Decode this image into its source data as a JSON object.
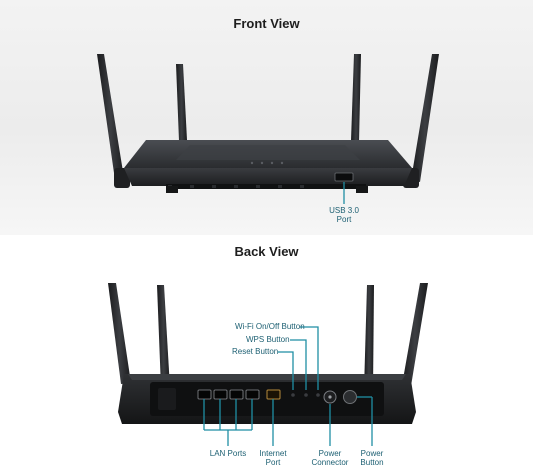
{
  "front_view": {
    "heading": "Front View",
    "callouts": {
      "usb_port": [
        "USB 3.0",
        "Port"
      ]
    }
  },
  "back_view": {
    "heading": "Back View",
    "callouts": {
      "wifi_button": "Wi-Fi On/Off Button",
      "wps_button": "WPS Button",
      "reset_button": "Reset Button",
      "lan_ports": [
        "LAN Ports"
      ],
      "internet_port": [
        "Internet",
        "Port"
      ],
      "power_connector": [
        "Power",
        "Connector"
      ],
      "power_button": [
        "Power",
        "Button"
      ]
    }
  },
  "colors": {
    "callout_line": "#1f8ea3",
    "label_text": "#1c5f72",
    "router_body": "#2b2d30",
    "internet_port": "#b48a3c"
  }
}
